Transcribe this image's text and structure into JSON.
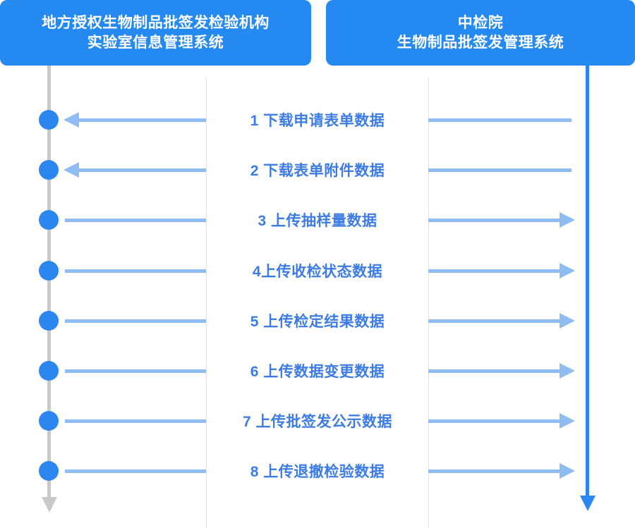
{
  "diagram": {
    "type": "sequence-diagram",
    "title_left": "地方授权生物制品批签发检验机构 实验室信息管理系统",
    "title_right": "中检院 生物制品批签发管理系统",
    "colors": {
      "header_blue": "#2489f0",
      "node_blue": "#2b86f0",
      "arrow_blue": "#8fbcf2",
      "label_blue": "#3c7ce4",
      "left_lifeline_grey": "#c9c9c9",
      "right_lifeline_blue": "#2b86f0",
      "divider_grey": "#e3e3e3",
      "background": "#ffffff"
    }
  },
  "header": {
    "left": {
      "line1": "地方授权生物制品批签发检验机构",
      "line2": "实验室信息管理系统"
    },
    "right": {
      "line1": "中检院",
      "line2": "生物制品批签发管理系统"
    }
  },
  "messages": [
    {
      "index": "1",
      "label": "1 下载申请表单数据",
      "direction": "left",
      "head_icon": "arrow-left-icon"
    },
    {
      "index": "2",
      "label": "2 下载表单附件数据",
      "direction": "left",
      "head_icon": "arrow-left-icon"
    },
    {
      "index": "3",
      "label": "3 上传抽样量数据",
      "direction": "right",
      "head_icon": "arrow-right-icon"
    },
    {
      "index": "4",
      "label": "4上传收检状态数据",
      "direction": "right",
      "head_icon": "arrow-right-icon"
    },
    {
      "index": "5",
      "label": "5 上传检定结果数据",
      "direction": "right",
      "head_icon": "arrow-right-icon"
    },
    {
      "index": "6",
      "label": "6 上传数据变更数据",
      "direction": "right",
      "head_icon": "arrow-right-icon"
    },
    {
      "index": "7",
      "label": "7 上传批签发公示数据",
      "direction": "right",
      "head_icon": "arrow-right-icon"
    },
    {
      "index": "8",
      "label": "8 上传退撤检验数据",
      "direction": "right",
      "head_icon": "arrow-right-icon"
    }
  ],
  "lifelines": {
    "left": {
      "name": "left-lifeline",
      "arrow_icon": "arrow-down-icon"
    },
    "right": {
      "name": "right-lifeline",
      "arrow_icon": "arrow-down-icon"
    }
  }
}
